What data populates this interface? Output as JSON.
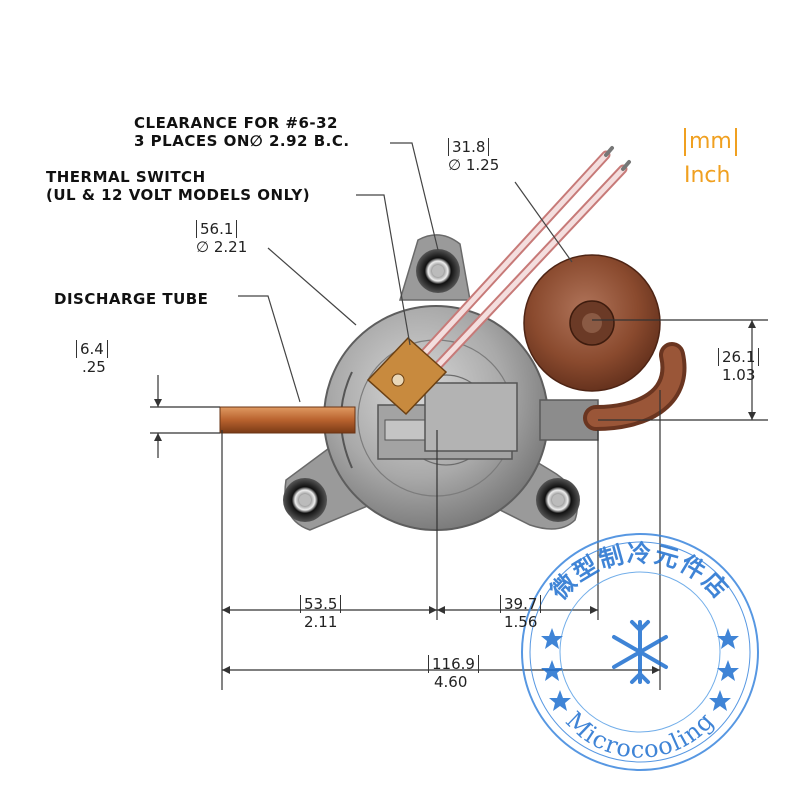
{
  "callouts": {
    "clearance_line1": "CLEARANCE FOR #6-32",
    "clearance_line2": "3 PLACES ON∅ 2.92 B.C.",
    "thermal_line1": "THERMAL SWITCH",
    "thermal_line2": "(UL & 12 VOLT MODELS ONLY)",
    "discharge": "DISCHARGE TUBE"
  },
  "dimensions": {
    "wire_dia": {
      "mm": "31.8",
      "inch": "∅ 1.25"
    },
    "body_dia": {
      "mm": "56.1",
      "inch": "∅ 2.21"
    },
    "tube_dia": {
      "mm": "6.4",
      "inch": ".25"
    },
    "suction_offset": {
      "mm": "26.1",
      "inch": "1.03"
    },
    "left_width": {
      "mm": "53.5",
      "inch": "2.11"
    },
    "right_width": {
      "mm": "39.7",
      "inch": "1.56"
    },
    "overall_width": {
      "mm": "116.9",
      "inch": "4.60"
    }
  },
  "units_legend": {
    "mm": "mm",
    "inch": "Inch"
  },
  "watermark": {
    "chinese_text": "微型制冷元件店",
    "brand": "Microcooling",
    "color": "#1e6fd0"
  },
  "colors": {
    "body": "#8f8f8f",
    "copper": "#b8622e",
    "bulb": "#8a4a2e",
    "accent_legend": "#f0a020"
  }
}
